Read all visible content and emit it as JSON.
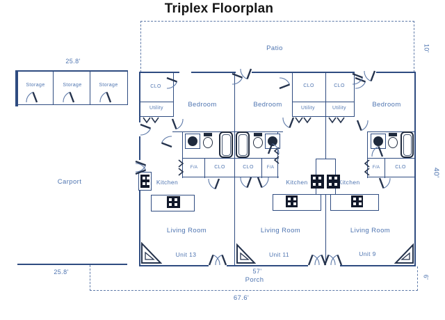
{
  "title": "Triplex Floorplan",
  "colors": {
    "wall": "#2e4b80",
    "label_text": "#4e74b0",
    "fixture_dark": "#1f2a3d",
    "background": "#ffffff"
  },
  "outdoor": {
    "patio": "Patio",
    "porch": "Porch",
    "carport": "Carport"
  },
  "storage": {
    "width_label": "25.8'",
    "units": [
      "Storage",
      "Storage",
      "Storage"
    ]
  },
  "dims": {
    "carport_width": "25.8'",
    "overall_width": "67.6'",
    "porch_width": "57'",
    "patio_depth": "10'",
    "building_depth": "40'",
    "porch_depth": "6'"
  },
  "units": [
    {
      "name": "Unit 13",
      "closet": "CLO",
      "utility": "Utility",
      "bedroom": "Bedroom",
      "furnace": "F/A",
      "hall_closet": "CLO",
      "kitchen": "Kitchen",
      "living_room": "Living Room"
    },
    {
      "name": "Unit 11",
      "closet": "CLO",
      "utility": "Utility",
      "bedroom": "Bedroom",
      "furnace": "F/A",
      "hall_closet": "CLO",
      "kitchen": "Kitchen",
      "living_room": "Living Room"
    },
    {
      "name": "Unit 9",
      "closet": "CLO",
      "utility": "Utility",
      "bedroom": "Bedroom",
      "furnace": "F/A",
      "hall_closet": "CLO",
      "kitchen": "Kitchen",
      "living_room": "Living Room"
    }
  ]
}
